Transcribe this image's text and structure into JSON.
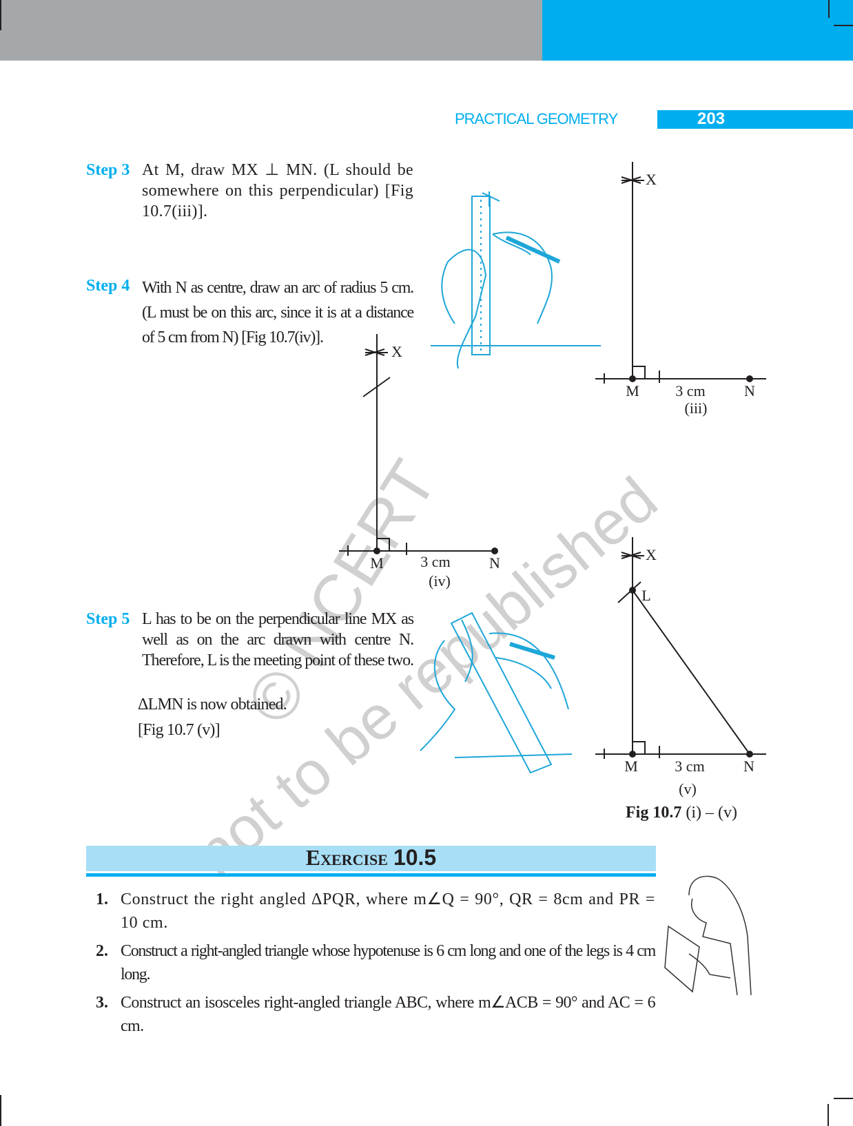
{
  "header": {
    "running_title": "PRACTICAL GEOMETRY",
    "page_number": "203"
  },
  "steps": [
    {
      "label": "Step 3",
      "text": "At M, draw MX ⊥ MN. (L should be somewhere on this perpendicular) [Fig 10.7(iii)]."
    },
    {
      "label": "Step 4",
      "text": "With N as centre, draw an arc of radius 5 cm. (L must be on this arc, since it is at a distance of 5 cm from N) [Fig 10.7(iv)]."
    },
    {
      "label": "Step 5",
      "text": "L has to be on the perpendicular line MX as well as on the arc drawn with centre N. Therefore, L is the meeting point of these two."
    }
  ],
  "step5_extra": {
    "result": "ΔLMN is now obtained.",
    "ref": "[Fig 10.7 (v)]"
  },
  "figures": {
    "iii": {
      "x": "X",
      "m": "M",
      "dist": "3 cm",
      "n": "N",
      "tag": "(iii)"
    },
    "iv": {
      "x": "X",
      "m": "M",
      "dist": "3 cm",
      "n": "N",
      "tag": "(iv)"
    },
    "v": {
      "x": "X",
      "l": "L",
      "m": "M",
      "dist": "3 cm",
      "n": "N",
      "tag": "(v)"
    },
    "caption_bold": "Fig 10.7",
    "caption_rest": " (i) – (v)"
  },
  "watermark": {
    "line1": "© NCERT",
    "line2": "not to be republished"
  },
  "exercise": {
    "title_word": "Exercise",
    "title_num": "10.5",
    "items": [
      {
        "num": "1.",
        "text": "Construct the right angled ΔPQR, where m∠Q = 90°, QR = 8cm and PR = 10 cm."
      },
      {
        "num": "2.",
        "text": "Construct a right-angled triangle whose hypotenuse is 6 cm long and one of the legs is 4 cm long."
      },
      {
        "num": "3.",
        "text": "Construct an isosceles right-angled triangle ABC, where m∠ACB = 90° and AC = 6 cm."
      }
    ]
  },
  "colors": {
    "accent": "#00aeef",
    "header_gray": "#a4a8ab",
    "band": "#a8def6"
  }
}
